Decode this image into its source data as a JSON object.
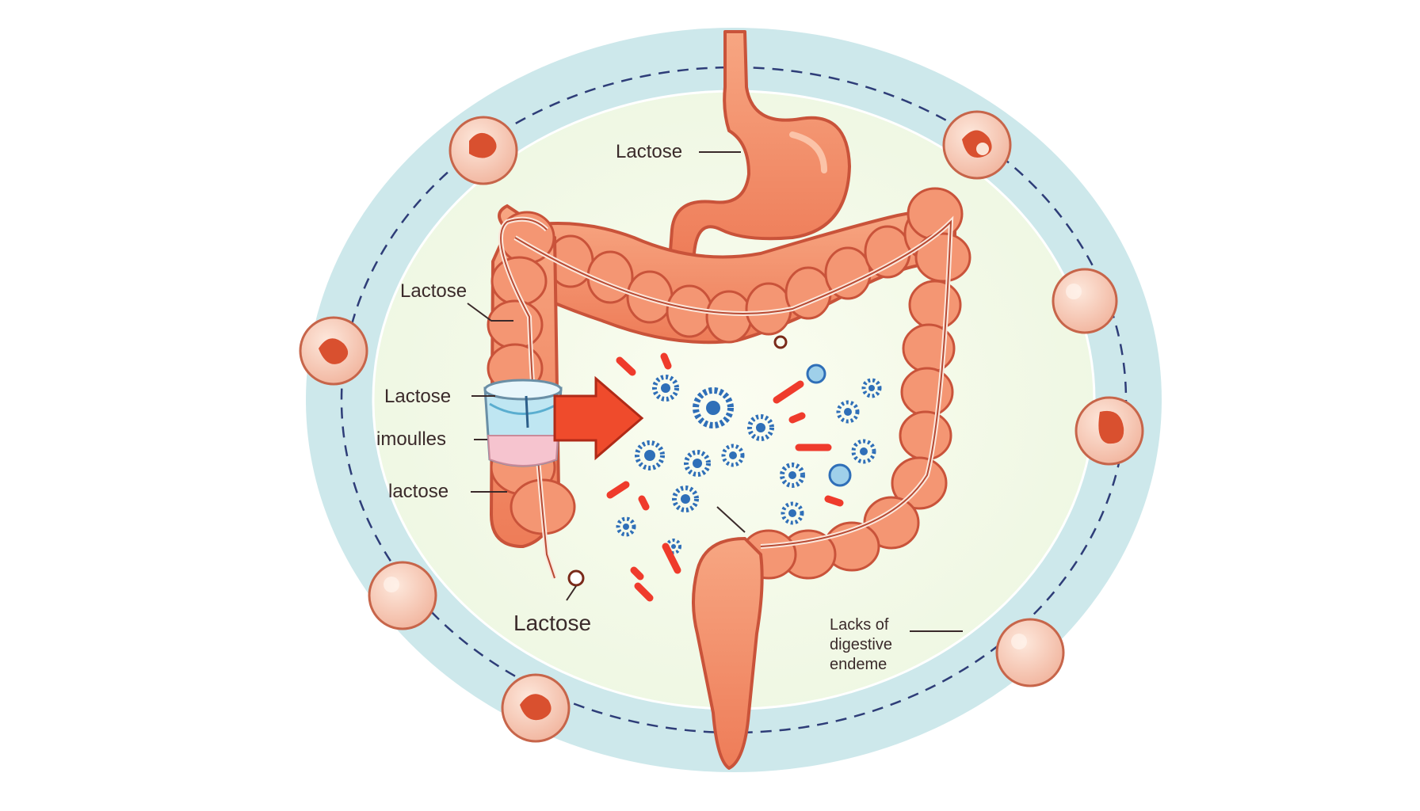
{
  "diagram": {
    "labels": {
      "stomach": "Lactose",
      "colon_upper": "Lactose",
      "cup_top": "Lactose",
      "cup_middle": "imoulles",
      "cup_bottom": "lactose",
      "tube_end": "Lactose",
      "enzyme_line1": "Lacks of",
      "enzyme_line2": "digestive",
      "enzyme_line3": "endeme"
    },
    "icons": {
      "outer_cells": "cell-icon",
      "bacteria": "bacteria-icon",
      "arrow": "arrow-right-icon",
      "cup": "lactase-cup-icon"
    },
    "colors": {
      "background_ring": "#c9e6ea",
      "inner_circle": "#f6fbe9",
      "organ": "#f28d6a",
      "organ_outline": "#c9533a",
      "bacteria": "#2f6fb8",
      "fragments": "#ef3b2c",
      "dashed_ring": "#2e3d78"
    }
  }
}
